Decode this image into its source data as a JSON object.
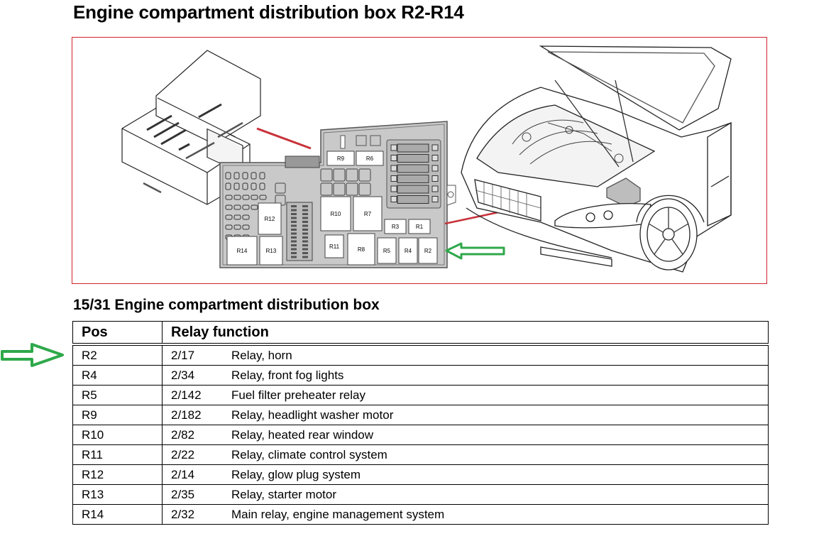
{
  "page": {
    "title": "Engine compartment distribution box R2-R14",
    "section_title": "15/31 Engine compartment distribution box"
  },
  "figure": {
    "border_color": "#d0242c",
    "pointer_line_color": "#c8323a",
    "arrow_color": "#2ea84a",
    "box_fill": "#c9c9c9",
    "relay_labels": {
      "R9": "R9",
      "R6": "R6",
      "R10": "R10",
      "R7": "R7",
      "R3": "R3",
      "R1": "R1",
      "R12": "R12",
      "R14": "R14",
      "R13": "R13",
      "R11": "R11",
      "R8": "R8",
      "R5": "R5",
      "R4": "R4",
      "R2": "R2"
    },
    "highlighted_relay": "R2",
    "illustrations": [
      "distribution-box-isometric",
      "car-front-hood-open"
    ]
  },
  "table": {
    "headers": {
      "pos": "Pos",
      "function": "Relay function"
    },
    "highlighted_row": "R2",
    "rows": [
      {
        "pos": "R2",
        "code": "2/17",
        "function": "Relay, horn"
      },
      {
        "pos": "R4",
        "code": "2/34",
        "function": "Relay, front fog lights"
      },
      {
        "pos": "R5",
        "code": "2/142",
        "function": "Fuel filter preheater relay"
      },
      {
        "pos": "R9",
        "code": "2/182",
        "function": "Relay, headlight washer motor"
      },
      {
        "pos": "R10",
        "code": "2/82",
        "function": "Relay, heated rear window"
      },
      {
        "pos": "R11",
        "code": "2/22",
        "function": "Relay, climate control system"
      },
      {
        "pos": "R12",
        "code": "2/14",
        "function": "Relay, glow plug system"
      },
      {
        "pos": "R13",
        "code": "2/35",
        "function": "Relay, starter motor"
      },
      {
        "pos": "R14",
        "code": "2/32",
        "function": "Main relay, engine management system"
      }
    ]
  }
}
